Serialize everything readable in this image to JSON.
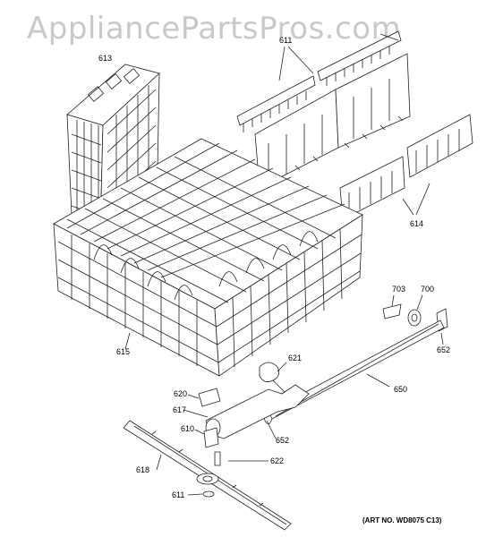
{
  "watermark": "AppliancePartsPros.com",
  "art_number": "(ART NO. WD8075 C13)",
  "callouts": {
    "c613": "613",
    "c611_top": "611",
    "c614": "614",
    "c615": "615",
    "c703": "703",
    "c700": "700",
    "c652_right": "652",
    "c621": "621",
    "c650": "650",
    "c620": "620",
    "c617": "617",
    "c610": "610",
    "c652_lower": "652",
    "c618": "618",
    "c622": "622",
    "c611_bottom": "611"
  }
}
